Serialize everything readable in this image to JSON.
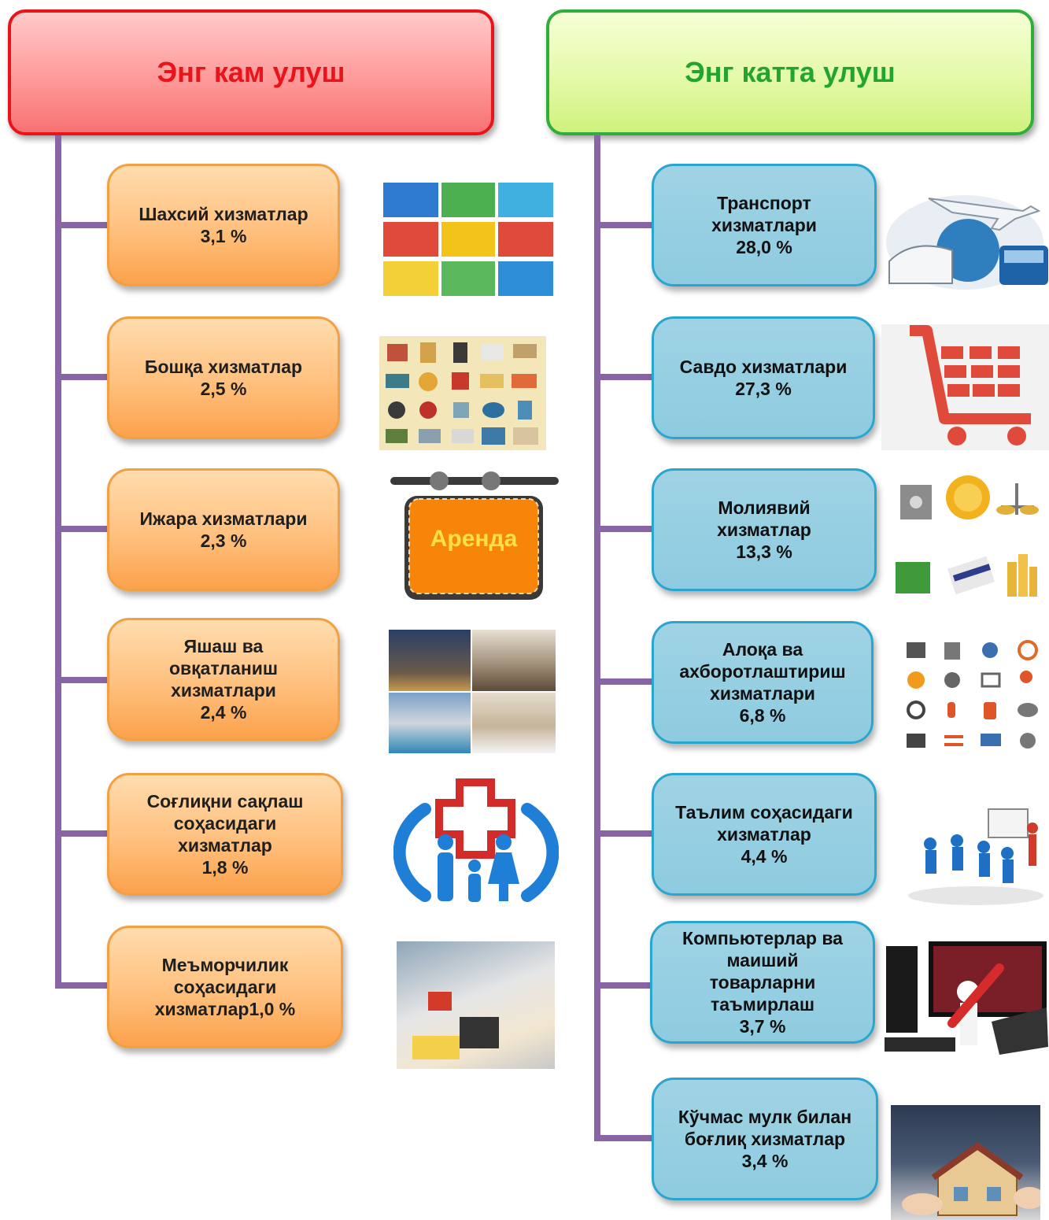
{
  "headers": {
    "left": "Энг кам улуш",
    "right": "Энг катта улуш"
  },
  "left_items": [
    {
      "label": "Шахсий хизматлар\n3,1 %"
    },
    {
      "label": "Бошқа хизматлар\n2,5 %"
    },
    {
      "label": "Ижара хизматлари\n2,3 %"
    },
    {
      "label": "Яшаш ва\nовқатланиш\nхизматлари\n2,4 %"
    },
    {
      "label": "Соғлиқни сақлаш\nсоҳасидаги\nхизматлар\n1,8 %"
    },
    {
      "label": "Меъморчилик\nсоҳасидаги\nхизматлар1,0 %"
    }
  ],
  "right_items": [
    {
      "label": "Транспорт\nхизматлари\n28,0 %"
    },
    {
      "label": "Савдо хизматлари\n27,3 %"
    },
    {
      "label": "Молиявий\nхизматлар\n13,3 %"
    },
    {
      "label": "Алоқа ва\nахборотлаштириш\nхизматлари\n6,8 %"
    },
    {
      "label": "Таълим соҳасидаги\nхизматлар\n4,4 %"
    },
    {
      "label": "Компьютерлар ва\nмаиший\nтоварларни\nтаъмирлаш\n3,7 %"
    },
    {
      "label": "Кўчмас мулк билан\nбоғлиқ хизматлар\n3,4 %"
    }
  ],
  "rent_sign_text": "Аренда",
  "colors": {
    "connector": "#8a65a6",
    "left_header_text": "#e8141a",
    "right_header_text": "#22a52f",
    "orange_box": "#ffc07e",
    "blue_box": "#8ecbe0"
  }
}
